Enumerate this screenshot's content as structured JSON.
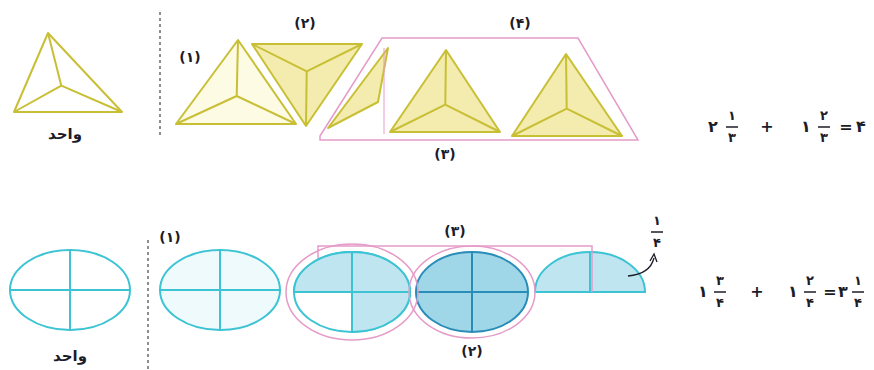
{
  "diagram": {
    "labels": [
      "واحد",
      "(۱)",
      "(۲)",
      "(۴)",
      "(۳)",
      "۲",
      "۱",
      "۳",
      "+",
      "۱",
      "۲",
      "۳",
      "=",
      "۴",
      "(۱)",
      "(۳)",
      "۱",
      "۴",
      "(۲)",
      "۱",
      "۳",
      "۴",
      "+",
      "۱",
      "۲",
      "۴",
      "=",
      "۳",
      "۱",
      "۴",
      "واحد"
    ]
  }
}
